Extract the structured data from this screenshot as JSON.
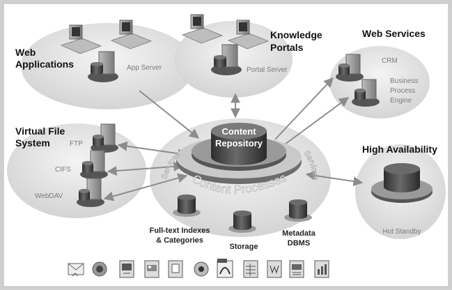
{
  "groups": {
    "web_applications": {
      "title_line1": "Web",
      "title_line2": "Applications",
      "server_label": "App Server"
    },
    "knowledge_portals": {
      "title_line1": "Knowledge",
      "title_line2": "Portals",
      "server_label": "Portal Server"
    },
    "web_services": {
      "title": "Web Services",
      "label_crm": "CRM",
      "label_bpe_line1": "Business",
      "label_bpe_line2": "Process",
      "label_bpe_line3": "Engine"
    },
    "virtual_file_system": {
      "title_line1": "Virtual File",
      "title_line2": "System",
      "label_ftp": "FTP",
      "label_cifs": "CIFS",
      "label_webdav": "WebDAV"
    },
    "high_availability": {
      "title": "High Availability",
      "label": "Hot Standby"
    }
  },
  "core": {
    "repository_line1": "Content",
    "repository_line2": "Repository",
    "ring_label": "Content Processes",
    "services_left": "Services",
    "services_right": "Services",
    "stores": {
      "fulltext_line1": "Full-text Indexes",
      "fulltext_line2": "& Categories",
      "storage": "Storage",
      "metadata_line1": "Metadata",
      "metadata_line2": "DBMS"
    }
  },
  "colors": {
    "background": "#cfcfcf",
    "frame": "#ffffff",
    "ellipse": "#e4e4e4",
    "cylinder": "#4a4a4a",
    "label_gray": "#7a7a7a",
    "title": "#111111"
  },
  "file_type_icons": [
    "email-icon",
    "web-page-icon",
    "presentation-icon",
    "image-doc-icon",
    "text-doc-icon",
    "media-icon",
    "pdf-icon",
    "spreadsheet-icon",
    "word-doc-icon",
    "slides-icon",
    "chart-doc-icon"
  ]
}
